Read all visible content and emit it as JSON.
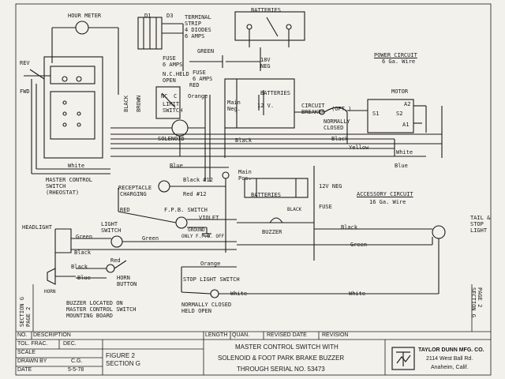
{
  "labels": {
    "hour_meter": "HOUR METER",
    "terminal_strip_1": "TERMINAL",
    "terminal_strip_2": "STRIP",
    "terminal_strip_3": "4 DIODES",
    "terminal_strip_4": "6 AMPS",
    "d1": "D1",
    "d3": "D3",
    "batteries_top": "BATTERIES",
    "green_top": "GREEN",
    "v18_1": "18V",
    "v18_2": "NEG",
    "power_circuit": "POWER CIRCUIT",
    "power_wire": "6 Ga. Wire",
    "rev": "REV",
    "fwd": "FWD",
    "fuse1_1": "FUSE",
    "fuse1_2": "6 AMPS",
    "nc_held_1": "N.C.HELD",
    "nc_held_2": "OPEN",
    "red_1": "RED",
    "fuse2_1": "FUSE",
    "fuse2_2": "6 AMPS",
    "batteries_mid": "BATTERIES",
    "nc": "NC",
    "c": "C",
    "limit_1": "LIMIT",
    "limit_2": "SWITCH",
    "orange_1": "Orange",
    "black_v": "BLACK",
    "brown_v": "BROWN",
    "main_neg_1": "Main",
    "main_neg_2": "Neg.",
    "v12": "12 V.",
    "circuit_breaker_1": "CIRCUIT",
    "circuit_breaker_2": "BREAKER",
    "opt": "(OPT.)",
    "normally_closed_1": "NORMALLY",
    "normally_closed_2": "CLOSED",
    "motor": "MOTOR",
    "s1": "S1",
    "s2": "S2",
    "a1": "A1",
    "a2": "A2",
    "solenoid": "SOLENOID",
    "black_1": "Black",
    "black_2": "Black",
    "yellow": "Yellow",
    "white_1": "White",
    "white_2": "White",
    "blue_1": "Blue",
    "blue_2": "Blue",
    "master_1": "MASTER CONTROL",
    "master_2": "SWITCH",
    "master_3": "(RHEOSTAT)",
    "main_pos_1": "Main",
    "main_pos_2": "Pos.",
    "receptacle_1": "RECEPTACLE",
    "receptacle_2": "CHARGING",
    "black12": "Black #12",
    "red12": "Red #12",
    "batteries_low": "BATTERIES",
    "v12_neg": "12V NEG",
    "accessory_circuit": "ACCESSORY CIRCUIT",
    "accessory_wire": "16 Ga. Wire",
    "red_2": "RED",
    "fpb_switch": "F.P.B. SWITCH",
    "violet": "VIOLET",
    "ground_1": "GROUND",
    "ground_2": "ONLY F.P.B. OFF",
    "fuse3": "FUSE",
    "black_3": "BLACK",
    "buzzer": "BUZZER",
    "tail_1": "TAIL &",
    "tail_2": "STOP",
    "tail_3": "LIGHT",
    "headlight": "HEADLIGHT",
    "light_1": "LIGHT",
    "light_2": "SWITCH",
    "green_1": "Green",
    "green_2": "Green",
    "green_3": "Green",
    "red_3": "Red",
    "black_4": "Black",
    "black_5": "Black",
    "black_6": "Black",
    "blue_3": "Blue",
    "horn_1": "HORN",
    "horn_2": "BUTTON",
    "orange_2": "Orange",
    "stop_light_switch": "STOP LIGHT SWITCH",
    "white_3": "White",
    "white_4": "White",
    "horn_lbl": "HORN",
    "buzzer_note_1": "BUZZER LOCATED ON",
    "buzzer_note_2": "MASTER CONTROL SWITCH",
    "buzzer_note_3": "MOUNTING BOARD",
    "nc_held_open_1": "NORMALLY CLOSED",
    "nc_held_open_2": "HELD OPEN",
    "section_left": "SECTION G",
    "page_left": "PAGE 2",
    "section_right": "SECTION G",
    "page_right": "PAGE 2"
  },
  "title_block": {
    "no": "NO.",
    "description": "DESCRIPTION",
    "length": "LENGTH",
    "quan": "QUAN.",
    "revised_date": "REVISED DATE",
    "revision": "REVISION",
    "tol_frac": "TOL. FRAC.",
    "dec": "DEC.",
    "scale": "SCALE",
    "drawn_by": "DRAWN BY",
    "drawn_by_value": "C.G.",
    "date": "DATE",
    "date_value": "5-5-78",
    "figure": "FIGURE 2",
    "section": "SECTION G",
    "title_1": "MASTER CONTROL SWITCH WITH",
    "title_2": "SOLENOID & FOOT PARK BRAKE BUZZER",
    "title_3": "THROUGH SERIAL NO. 53473",
    "company": "TAYLOR DUNN MFG. CO.",
    "address": "2114 West Ball Rd.",
    "city": "Anaheim, Calif."
  }
}
